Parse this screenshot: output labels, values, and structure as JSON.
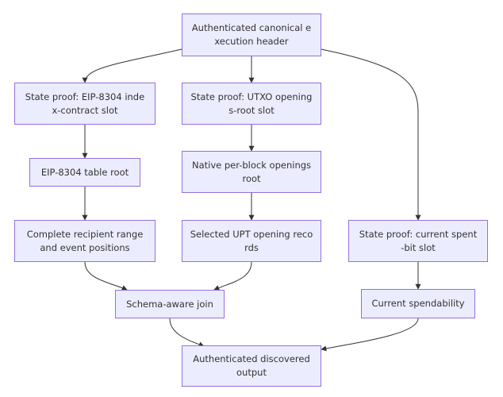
{
  "diagram": {
    "type": "flowchart",
    "colors": {
      "node_fill": "#ececff",
      "node_border": "#9370db",
      "edge": "#333333",
      "text": "#333333"
    },
    "nodes": {
      "header": {
        "label": [
          "Authenticated canonical e",
          "xecution header"
        ]
      },
      "eip_slot": {
        "label": [
          "State proof: EIP-8304 inde",
          "x-contract slot"
        ]
      },
      "utxo_slot": {
        "label": [
          "State proof: UTXO opening",
          "s-root slot"
        ]
      },
      "eip_root": {
        "label": [
          "EIP-8304 table root"
        ]
      },
      "native_root": {
        "label": [
          "Native per-block openings",
          "root"
        ]
      },
      "recipient": {
        "label": [
          "Complete recipient range",
          "and event positions"
        ]
      },
      "upt_records": {
        "label": [
          "Selected UPT opening reco",
          "rds"
        ]
      },
      "spent_slot": {
        "label": [
          "State proof: current spent",
          "-bit slot"
        ]
      },
      "join": {
        "label": [
          "Schema-aware join"
        ]
      },
      "spendability": {
        "label": [
          "Current spendability"
        ]
      },
      "output": {
        "label": [
          "Authenticated discovered",
          "output"
        ]
      }
    },
    "edges": [
      {
        "from": "header",
        "to": "eip_slot"
      },
      {
        "from": "header",
        "to": "utxo_slot"
      },
      {
        "from": "header",
        "to": "spent_slot"
      },
      {
        "from": "eip_slot",
        "to": "eip_root"
      },
      {
        "from": "utxo_slot",
        "to": "native_root"
      },
      {
        "from": "eip_root",
        "to": "recipient"
      },
      {
        "from": "native_root",
        "to": "upt_records"
      },
      {
        "from": "recipient",
        "to": "join"
      },
      {
        "from": "upt_records",
        "to": "join"
      },
      {
        "from": "spent_slot",
        "to": "spendability"
      },
      {
        "from": "join",
        "to": "output"
      },
      {
        "from": "spendability",
        "to": "output"
      }
    ]
  }
}
